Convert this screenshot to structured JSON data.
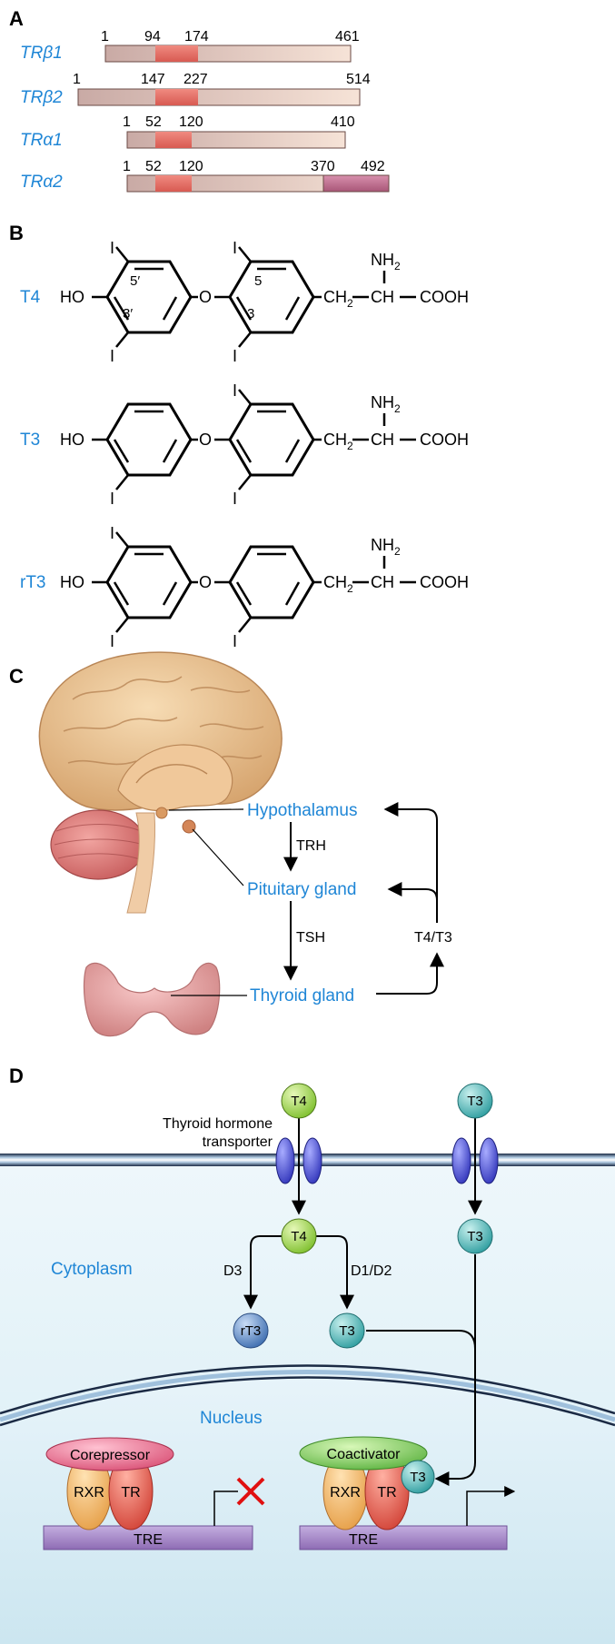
{
  "panel_a": {
    "label": "A",
    "isoforms": [
      {
        "name": "TRβ1",
        "ticks": [
          "1",
          "94",
          "174",
          "461"
        ]
      },
      {
        "name": "TRβ2",
        "ticks": [
          "1",
          "147",
          "227",
          "514"
        ]
      },
      {
        "name": "TRα1",
        "ticks": [
          "1",
          "52",
          "120",
          "410"
        ]
      },
      {
        "name": "TRα2",
        "ticks": [
          "1",
          "52",
          "120",
          "370",
          "492"
        ]
      }
    ]
  },
  "panel_b": {
    "label": "B",
    "molecules": [
      {
        "name": "T4"
      },
      {
        "name": "T3"
      },
      {
        "name": "rT3"
      }
    ],
    "atoms": {
      "ho": "HO",
      "o": "O",
      "iodine": "I",
      "ch2": "CH",
      "sub2": "2",
      "ch": "CH",
      "cooh": "COOH",
      "nh2": "NH",
      "pos_5p": "5′",
      "pos_3p": "3′",
      "pos_5": "5",
      "pos_3": "3"
    }
  },
  "panel_c": {
    "label": "C",
    "hypothalamus": "Hypothalamus",
    "pituitary": "Pituitary gland",
    "thyroid": "Thyroid gland",
    "trh": "TRH",
    "tsh": "TSH",
    "feedback": "T4/T3"
  },
  "panel_d": {
    "label": "D",
    "transporter_line1": "Thyroid hormone",
    "transporter_line2": "transporter",
    "cytoplasm": "Cytoplasm",
    "nucleus": "Nucleus",
    "t4": "T4",
    "t3": "T3",
    "rt3": "rT3",
    "d3": "D3",
    "d1d2": "D1/D2",
    "corepressor": "Corepressor",
    "coactivator": "Coactivator",
    "rxr": "RXR",
    "tr": "TR",
    "tre": "TRE"
  },
  "colors": {
    "accent_blue": "#1f86d6",
    "domain_red": "#e8736b",
    "domain_mauve": "#b8688a",
    "t4_green": "#9bd34a",
    "t3_teal": "#4ab8b8",
    "rt3_blue": "#5b86c4",
    "transporter": "#4a4fd6",
    "corepressor": "#e86a8a",
    "coactivator": "#7ccc58",
    "rxr": "#f0b060",
    "tr": "#e45a4a",
    "tre": "#a98bc6",
    "repress_x": "#e01010"
  }
}
